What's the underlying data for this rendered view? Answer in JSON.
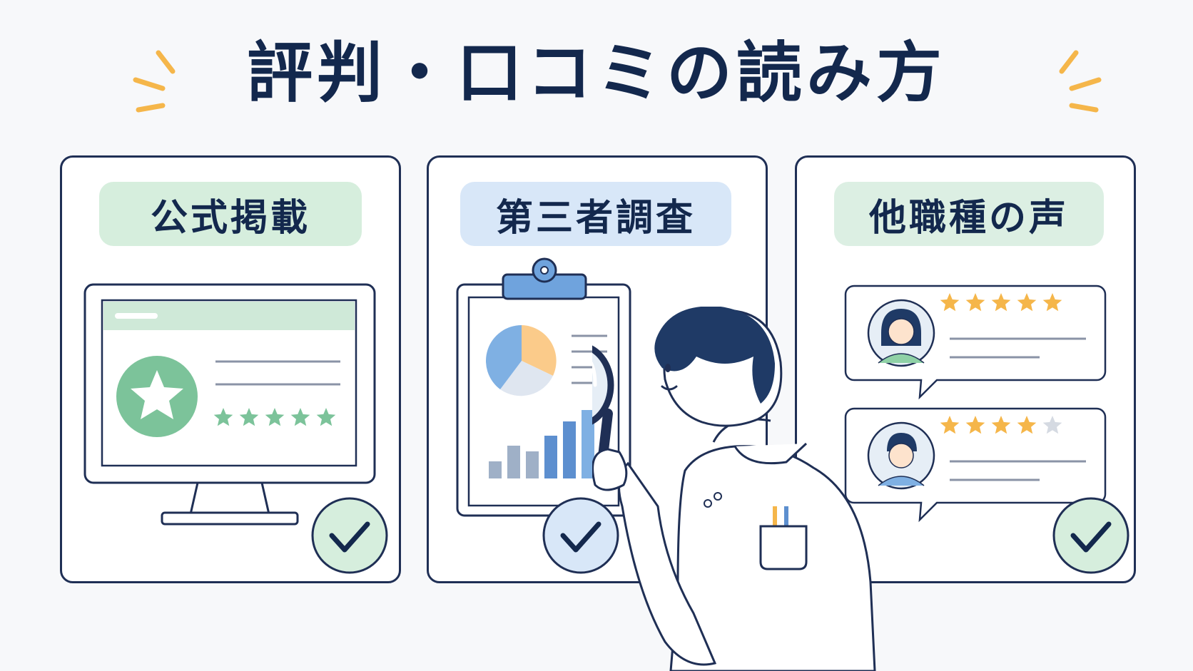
{
  "title": "評判・口コミの読み方",
  "cards": [
    {
      "label": "公式掲載",
      "label_bg": "#d6eedd",
      "rating": 5,
      "accent": "#7cc39a"
    },
    {
      "label": "第三者調査",
      "label_bg": "#d8e7f8",
      "accent": "#6fa3dd"
    },
    {
      "label": "他職種の声",
      "label_bg": "#dcefe3",
      "accent": "#f5b64a",
      "reviews": [
        {
          "rating": 5
        },
        {
          "rating": 4
        }
      ]
    }
  ],
  "colors": {
    "navy": "#1f2f55",
    "green": "#7cc39a",
    "blue": "#6fa3dd",
    "orange": "#f5b64a"
  },
  "icons": [
    "monitor-icon",
    "star-badge-icon",
    "clipboard-icon",
    "pie-chart-icon",
    "bar-chart-icon",
    "magnifier-icon",
    "avatar-icon",
    "check-icon"
  ]
}
